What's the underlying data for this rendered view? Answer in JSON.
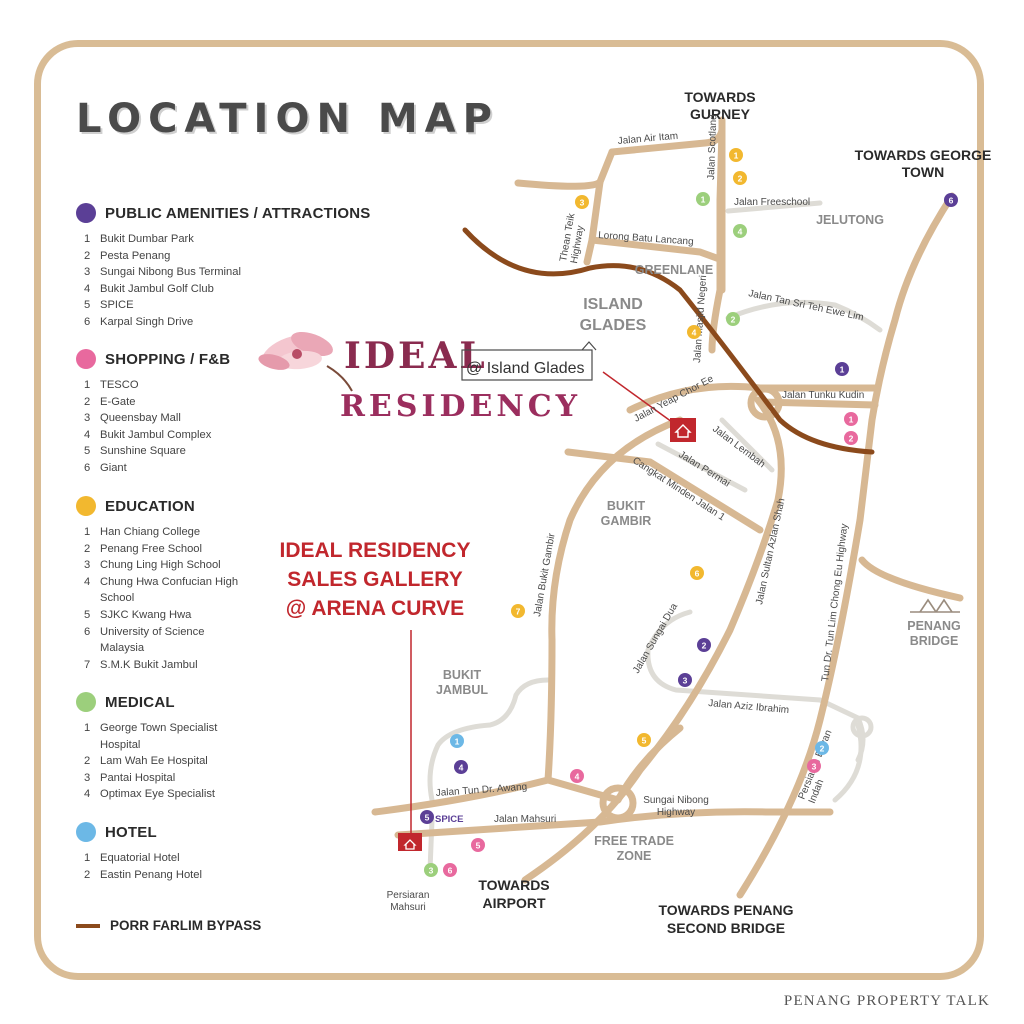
{
  "title": "LOCATION MAP",
  "categories": [
    {
      "title": "PUBLIC AMENITIES / ATTRACTIONS",
      "color": "#5b3f96",
      "items": [
        {
          "n": "1",
          "t": "Bukit Dumbar Park"
        },
        {
          "n": "2",
          "t": "Pesta Penang"
        },
        {
          "n": "3",
          "t": "Sungai Nibong Bus Terminal"
        },
        {
          "n": "4",
          "t": "Bukit Jambul Golf Club"
        },
        {
          "n": "5",
          "t": "SPICE"
        },
        {
          "n": "6",
          "t": "Karpal Singh Drive"
        }
      ]
    },
    {
      "title": "SHOPPING / F&B",
      "color": "#e8699e",
      "items": [
        {
          "n": "1",
          "t": "TESCO"
        },
        {
          "n": "2",
          "t": "E-Gate"
        },
        {
          "n": "3",
          "t": "Queensbay Mall"
        },
        {
          "n": "4",
          "t": "Bukit Jambul Complex"
        },
        {
          "n": "5",
          "t": "Sunshine Square"
        },
        {
          "n": "6",
          "t": "Giant"
        }
      ]
    },
    {
      "title": "EDUCATION",
      "color": "#f2b82f",
      "items": [
        {
          "n": "1",
          "t": "Han Chiang College"
        },
        {
          "n": "2",
          "t": "Penang Free School"
        },
        {
          "n": "3",
          "t": "Chung Ling High School"
        },
        {
          "n": "4",
          "t": "Chung Hwa Confucian High School"
        },
        {
          "n": "5",
          "t": "SJKC Kwang Hwa"
        },
        {
          "n": "6",
          "t": "University of Science Malaysia"
        },
        {
          "n": "7",
          "t": "S.M.K Bukit Jambul"
        }
      ]
    },
    {
      "title": "MEDICAL",
      "color": "#9ccf7c",
      "items": [
        {
          "n": "1",
          "t": "George Town Specialist Hospital"
        },
        {
          "n": "2",
          "t": "Lam Wah Ee Hospital"
        },
        {
          "n": "3",
          "t": "Pantai Hospital"
        },
        {
          "n": "4",
          "t": "Optimax Eye Specialist"
        }
      ]
    },
    {
      "title": "HOTEL",
      "color": "#6cb8e6",
      "items": [
        {
          "n": "1",
          "t": "Equatorial Hotel"
        },
        {
          "n": "2",
          "t": "Eastin Penang Hotel"
        }
      ]
    }
  ],
  "legend": {
    "bypass": "PORR FARLIM BYPASS"
  },
  "logo": {
    "line1": "IDEAL",
    "suffix": "@ Island Glades",
    "line2": "RESIDENCY"
  },
  "gallery": {
    "line1": "IDEAL RESIDENCY",
    "line2": "SALES GALLERY",
    "line3": "@ ARENA CURVE"
  },
  "credit": "PENANG PROPERTY TALK",
  "map": {
    "areas": {
      "towards_gurney": "TOWARDS GURNEY",
      "towards_george_town": "TOWARDS GEORGE TOWN",
      "jelutong": "JELUTONG",
      "greenlane": "GREENLANE",
      "island_glades": "ISLAND GLADES",
      "bukit_gambir": "BUKIT GAMBIR",
      "bukit_jambul": "BUKIT JAMBUL",
      "free_trade_zone": "FREE TRADE ZONE",
      "towards_airport": "TOWARDS AIRPORT",
      "towards_second_bridge": "TOWARDS PENANG SECOND BRIDGE",
      "penang_bridge": "PENANG BRIDGE"
    },
    "roads": {
      "air_itam": "Jalan Air Itam",
      "scotland": "Jalan Scotland",
      "freeschool": "Jalan Freeschool",
      "thean_teik": "Thean Teik Highway",
      "batu_lancang": "Lorong Batu Lancang",
      "tan_sri": "Jalan Tan Sri Teh Ewe Lim",
      "masjid_negeri": "Jalan Masjid Negeri",
      "tunku_kudin": "Jalan Tunku Kudin",
      "yeap": "Jalan Yeap Chor Ee",
      "lembah": "Jalan Lembah",
      "permai": "Jalan Permai",
      "minden": "Cangkat Minden Jalan 1",
      "bukit_gambir": "Jalan Bukit Gambir",
      "azlan_shah": "Jalan Sultan Azlan Shah",
      "chong_eu": "Tun Dr. Tun Lim Chong Eu Highway",
      "sungai_dua": "Jalan Sungai Dua",
      "aziz": "Jalan Aziz Ibrahim",
      "tun_awang": "Jalan Tun Dr. Awang",
      "mahsuri": "Jalan Mahsuri",
      "nibong": "Sungai Nibong Highway",
      "bayan": "Persiaran Bayan Indah",
      "persiaran_mahsuri": "Persiaran Mahsuri"
    },
    "spice_label": "SPICE",
    "markers": [
      {
        "cat": "education",
        "n": "1"
      },
      {
        "cat": "education",
        "n": "2"
      },
      {
        "cat": "medical",
        "n": "1"
      },
      {
        "cat": "education",
        "n": "3"
      },
      {
        "cat": "medical",
        "n": "4"
      },
      {
        "cat": "medical",
        "n": "2"
      },
      {
        "cat": "education",
        "n": "4"
      },
      {
        "cat": "amenity",
        "n": "6"
      },
      {
        "cat": "amenity",
        "n": "1"
      },
      {
        "cat": "shopping",
        "n": "1"
      },
      {
        "cat": "shopping",
        "n": "2"
      },
      {
        "cat": "education",
        "n": "6"
      },
      {
        "cat": "education",
        "n": "7"
      },
      {
        "cat": "amenity",
        "n": "2"
      },
      {
        "cat": "amenity",
        "n": "3"
      },
      {
        "cat": "hotel",
        "n": "1"
      },
      {
        "cat": "amenity",
        "n": "4"
      },
      {
        "cat": "education",
        "n": "5"
      },
      {
        "cat": "shopping",
        "n": "4"
      },
      {
        "cat": "amenity",
        "n": "5"
      },
      {
        "cat": "shopping",
        "n": "5"
      },
      {
        "cat": "medical",
        "n": "3"
      },
      {
        "cat": "shopping",
        "n": "6"
      },
      {
        "cat": "hotel",
        "n": "2"
      },
      {
        "cat": "shopping",
        "n": "3"
      }
    ]
  },
  "colors": {
    "road": "#d7b893",
    "minor": "#dedcd6",
    "bypass": "#8b4a1c",
    "accent": "#c1272d",
    "area": "#8a8a8a"
  }
}
